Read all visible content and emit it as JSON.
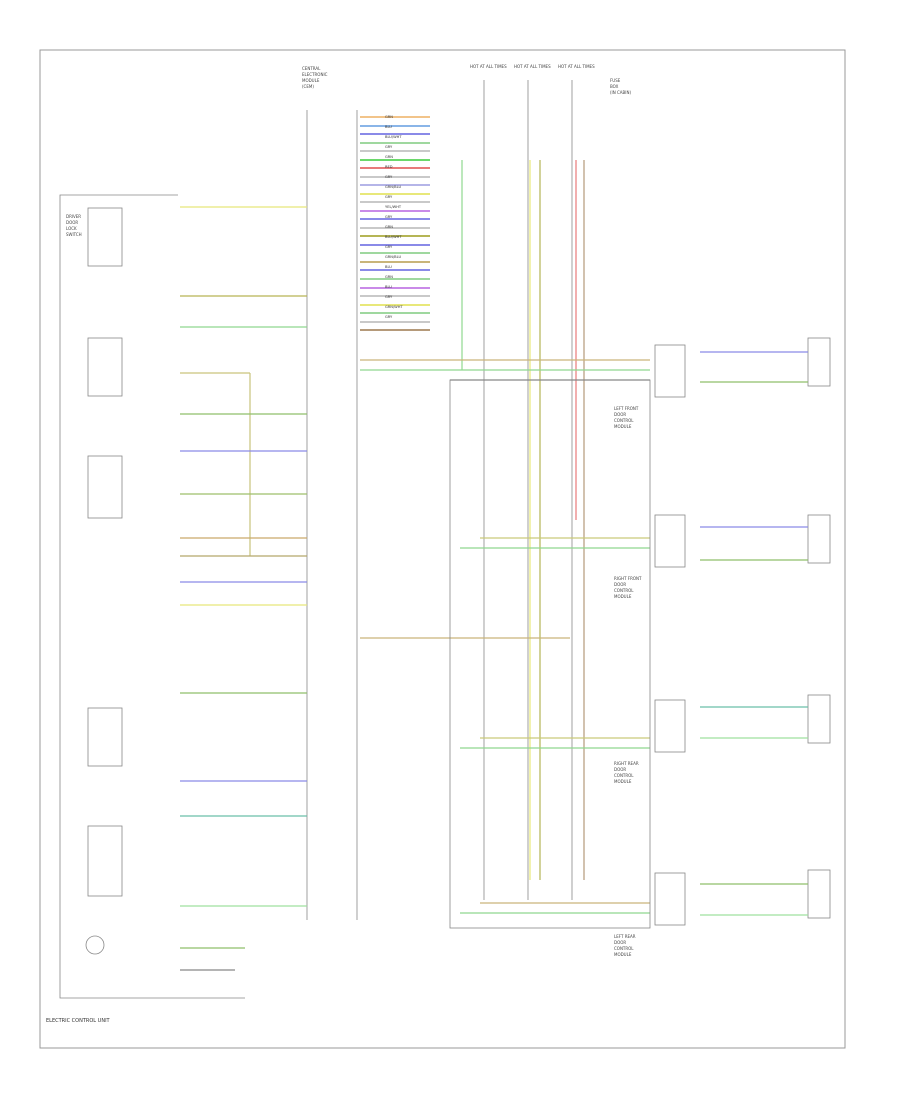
{
  "header": {
    "fuse_labels": [
      "HOT AT ALL TIMES",
      "HOT AT ALL TIMES",
      "HOT AT ALL TIMES"
    ],
    "central_module": [
      "CENTRAL",
      "ELECTRONIC",
      "MODULE",
      "(CEM)"
    ],
    "fuse_box": [
      "FUSE",
      "BOX",
      "(IN CABIN)"
    ]
  },
  "left_switches": [
    "DRIVER",
    "DOOR",
    "LOCK",
    "SWITCH"
  ],
  "connector_wires": [
    "GRN",
    "BLU",
    "BLU/WHT",
    "GRY",
    "GRN",
    "RED",
    "GRY",
    "GRN/BLU",
    "GRY",
    "YEL/WHT",
    "GRY",
    "GRN",
    "BLU/WHT",
    "GRY",
    "GRN/BLU",
    "BLU",
    "GRN",
    "BLU",
    "GRY",
    "GRN/WHT",
    "GRY"
  ],
  "modules": {
    "left_front": [
      "LEFT FRONT",
      "DOOR",
      "CONTROL",
      "MODULE"
    ],
    "right_front": [
      "RIGHT FRONT",
      "DOOR",
      "CONTROL",
      "MODULE"
    ],
    "right_rear": [
      "RIGHT REAR",
      "DOOR",
      "CONTROL",
      "MODULE"
    ],
    "left_rear": [
      "LEFT REAR",
      "DOOR",
      "CONTROL",
      "MODULE"
    ]
  },
  "footer": {
    "left_caption": "ELECTRIC CONTROL UNIT"
  }
}
